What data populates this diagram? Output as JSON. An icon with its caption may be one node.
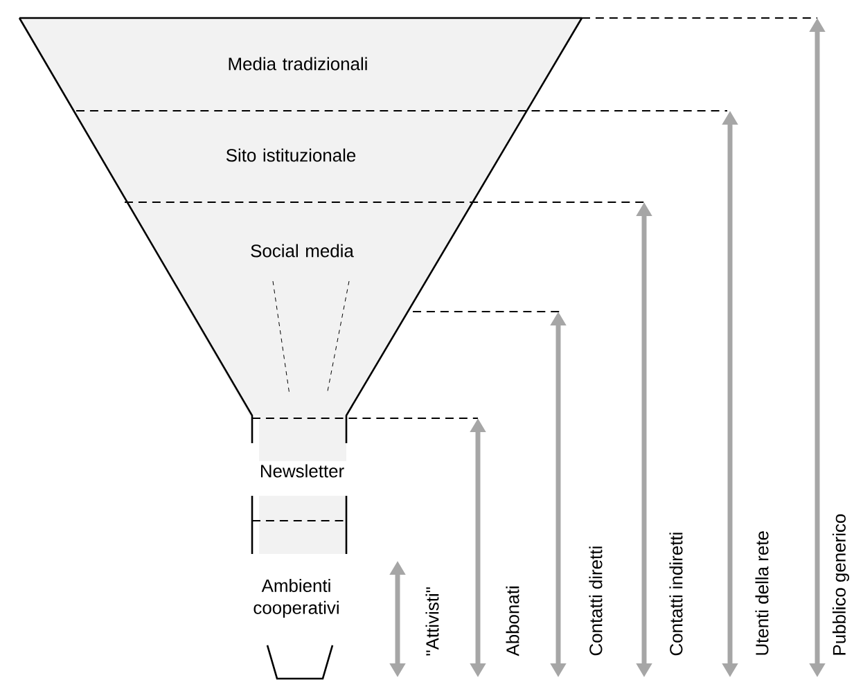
{
  "diagram": {
    "nodes": [
      {
        "text": [
          "Media tradizionali"
        ]
      },
      {
        "text": [
          "Sito istituzionale"
        ]
      },
      {
        "text": [
          "Social media"
        ]
      },
      {
        "text": [
          "Newsletter"
        ]
      },
      {
        "text": [
          "Ambienti cooperativi"
        ]
      }
    ],
    "labels": [
      "\"Attivisti\"",
      "Abbonati",
      "Contatti diretti",
      "Contatti indiretti",
      "Utenti della rete",
      "Pubblico generico"
    ]
  }
}
